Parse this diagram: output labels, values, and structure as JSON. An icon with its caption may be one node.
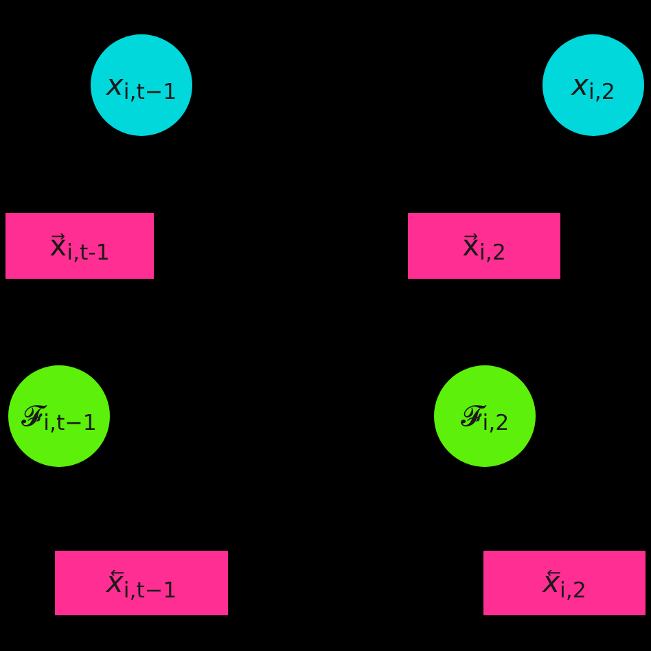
{
  "diagram": {
    "nodes": [
      {
        "text": [
          "*x*$_{i,t−1}$"
        ]
      },
      {
        "text": [
          "*x*$_{i,2}$"
        ]
      },
      {
        "text": [
          "x⃗$_{i,t-1}$"
        ]
      },
      {
        "text": [
          "x⃗$_{i,2}$"
        ]
      },
      {
        "text": [
          "𝓕$_{i,t−1}$"
        ]
      },
      {
        "text": [
          "𝓕$_{i,2}$"
        ]
      },
      {
        "text": [
          "*x⃖*$_{i,t−1}$"
        ]
      },
      {
        "text": [
          "*x⃖*$_{i,2}$"
        ]
      }
    ]
  }
}
